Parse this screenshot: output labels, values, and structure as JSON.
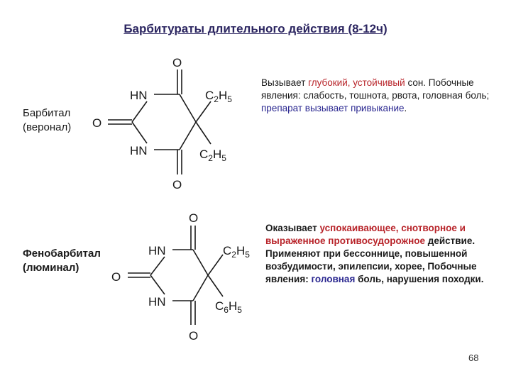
{
  "title": "Барбитураты длительного действия (8-12ч)",
  "drugs": [
    {
      "name": "Барбитал",
      "alt_name": "(веронал)",
      "description": {
        "p1": "Вызывает ",
        "h1": "глубокий, устойчивый",
        "p2": " сон. Побочные явления: слабость, тошнота, рвота, головная боль; ",
        "h2": "препарат вызывает привыкание",
        "p3": "."
      }
    },
    {
      "name": "Фенобарбитал",
      "alt_name": "(люминал)",
      "description": {
        "p1": "Оказывает ",
        "h1": "успокаивающее, снотворное и выраженное противосудорожное",
        "p2": " действие. Применяют при бессоннице, повышенной возбудимости, эпилепсии, хорее, Побочные явления: ",
        "h2": "головная",
        "p3": " боль, нарушения походки."
      }
    }
  ],
  "structure_labels": {
    "oxygen": "O",
    "nh": "HN",
    "ethyl_main": "C",
    "ethyl_sub": "2",
    "ethyl_h": "H",
    "ethyl_hsub": "5",
    "phenyl_main": "C",
    "phenyl_sub": "6",
    "phenyl_h": "H",
    "phenyl_hsub": "5"
  },
  "colors": {
    "title": "#2b2560",
    "highlight_red": "#b8242a",
    "highlight_blue": "#2a2790"
  },
  "page_number": "68"
}
